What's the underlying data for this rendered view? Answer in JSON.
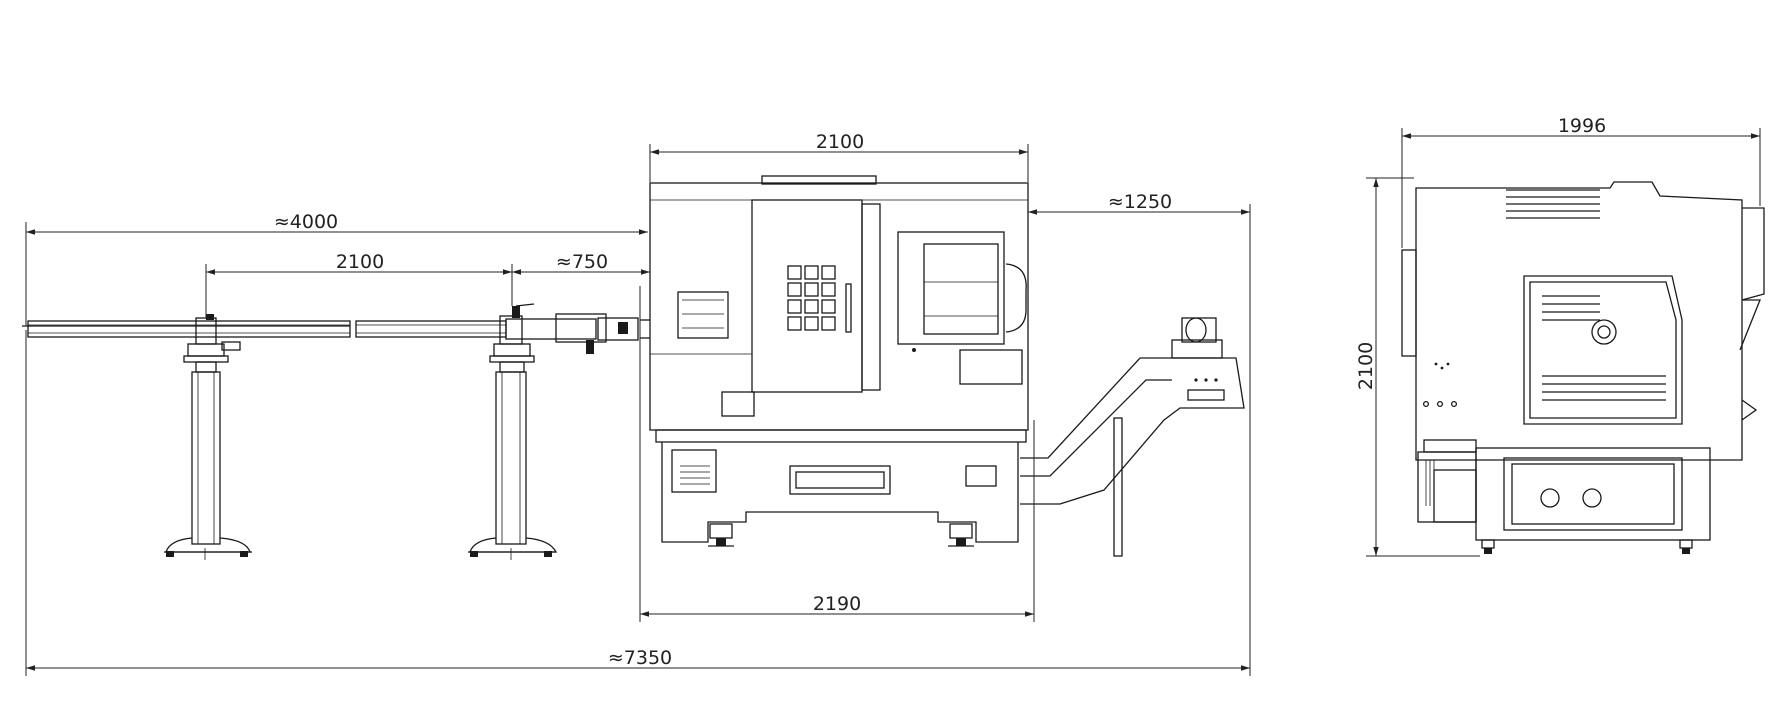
{
  "dimensions": {
    "bar_feeder_length": "≈4000",
    "support_spacing": "2100",
    "feeder_to_spindle": "≈750",
    "machine_width_top": "2100",
    "chip_conveyor": "≈1250",
    "base_width": "2190",
    "overall_length": "≈7350",
    "side_depth": "1996",
    "side_height": "2100"
  }
}
